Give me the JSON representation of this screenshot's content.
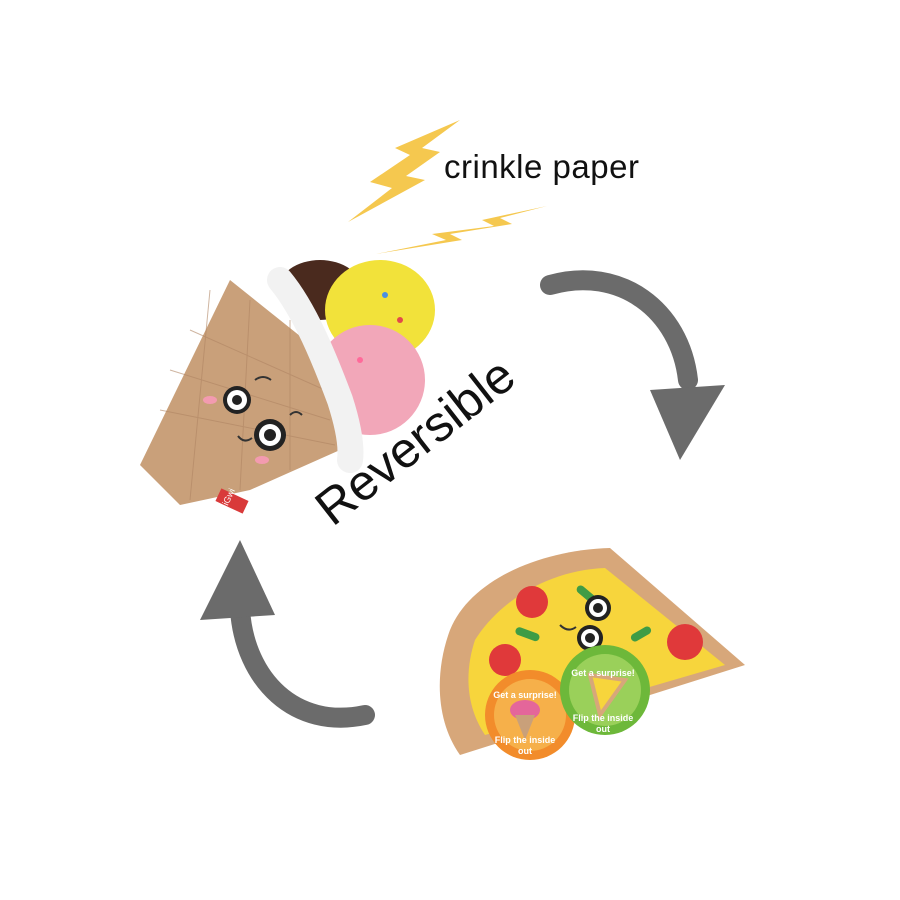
{
  "labels": {
    "crinkle": "crinkle paper",
    "reversible": "Reversible",
    "brand_tag": "GiGwi"
  },
  "badges": [
    {
      "line1": "Get a surprise!",
      "line2": "Flip the inside out"
    },
    {
      "line1": "Get a surprise!",
      "line2": "Flip the inside out"
    }
  ],
  "colors": {
    "background": "#ffffff",
    "lightning": "#f5c84f",
    "arrow": "#6b6b6b",
    "text": "#111111",
    "cone": "#c9a07a",
    "pizza_cheese": "#f7d53c",
    "crust": "#d7a77a",
    "badge_orange": "#f28c2b",
    "badge_green": "#6db83a"
  },
  "icons": [
    "lightning-bolt-icon",
    "curved-arrow-icon"
  ]
}
